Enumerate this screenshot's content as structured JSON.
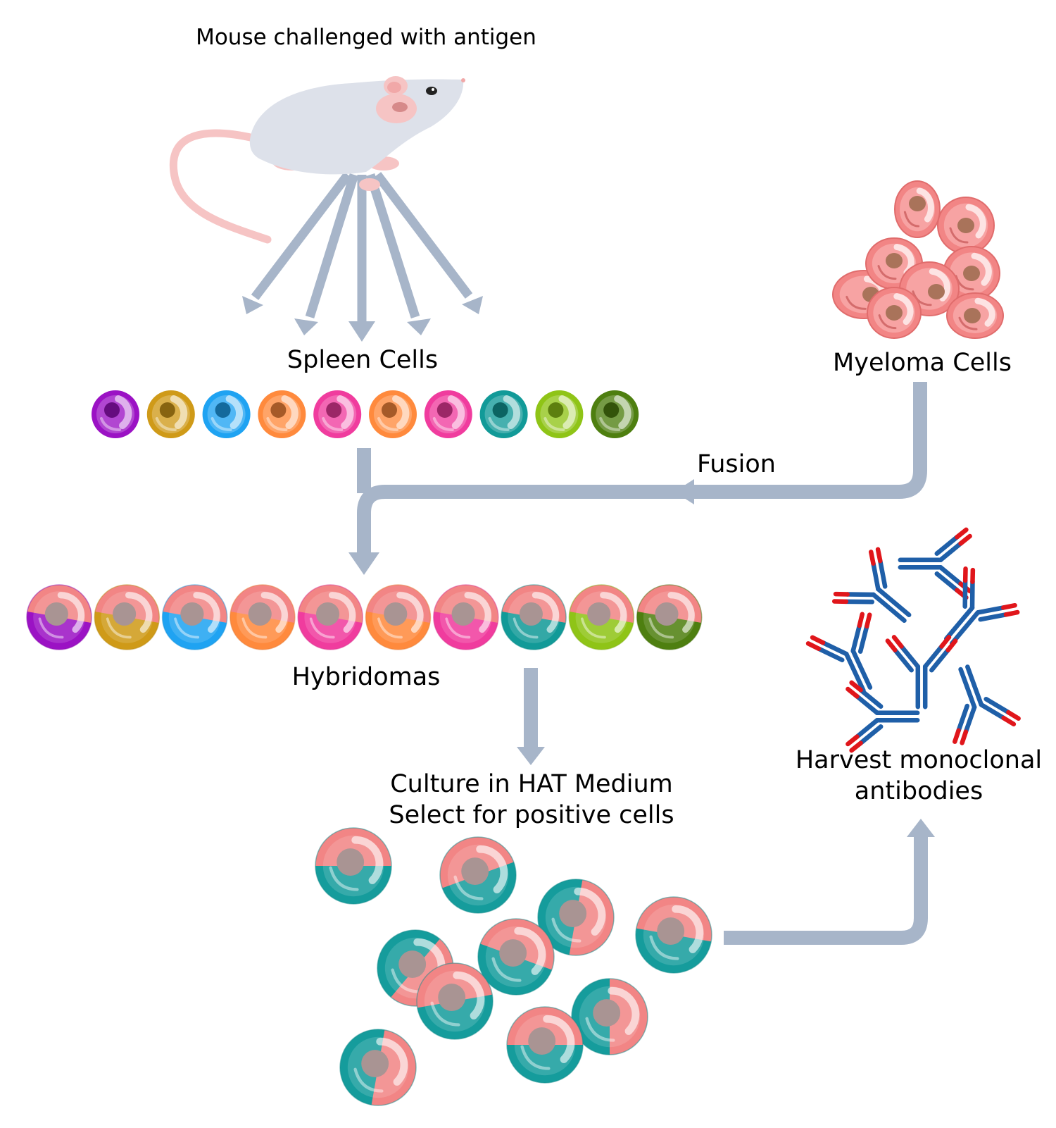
{
  "labels": {
    "mouse": "Mouse challenged with antigen",
    "spleen": "Spleen Cells",
    "myeloma": "Myeloma Cells",
    "fusion": "Fusion",
    "hybridomas": "Hybridomas",
    "culture_line1": "Culture in HAT Medium",
    "culture_line2": "Select for positive cells",
    "harvest_line1": "Harvest monoclonal",
    "harvest_line2": "antibodies"
  },
  "colors": {
    "arrow": "#a7b5c9",
    "myeloma": "#f28585",
    "myeloma_nucleus": "#a9735a",
    "positive_clone": "#159c9c",
    "antibody_chain": "#1f5fa8",
    "antibody_tip": "#e0161b",
    "mouse_body": "#dde1ea",
    "mouse_pink": "#f6c4c4",
    "spleen_cells": [
      "#9b12c4",
      "#cf9a18",
      "#1fa3f2",
      "#ff8a3d",
      "#f03c9e",
      "#ff8a3d",
      "#f03c9e",
      "#129a98",
      "#8fc417",
      "#4e7f10"
    ]
  },
  "icons": [
    "mouse-icon",
    "spleen-cell-icon",
    "myeloma-cell-icon",
    "hybridoma-cell-icon",
    "antibody-icon"
  ]
}
